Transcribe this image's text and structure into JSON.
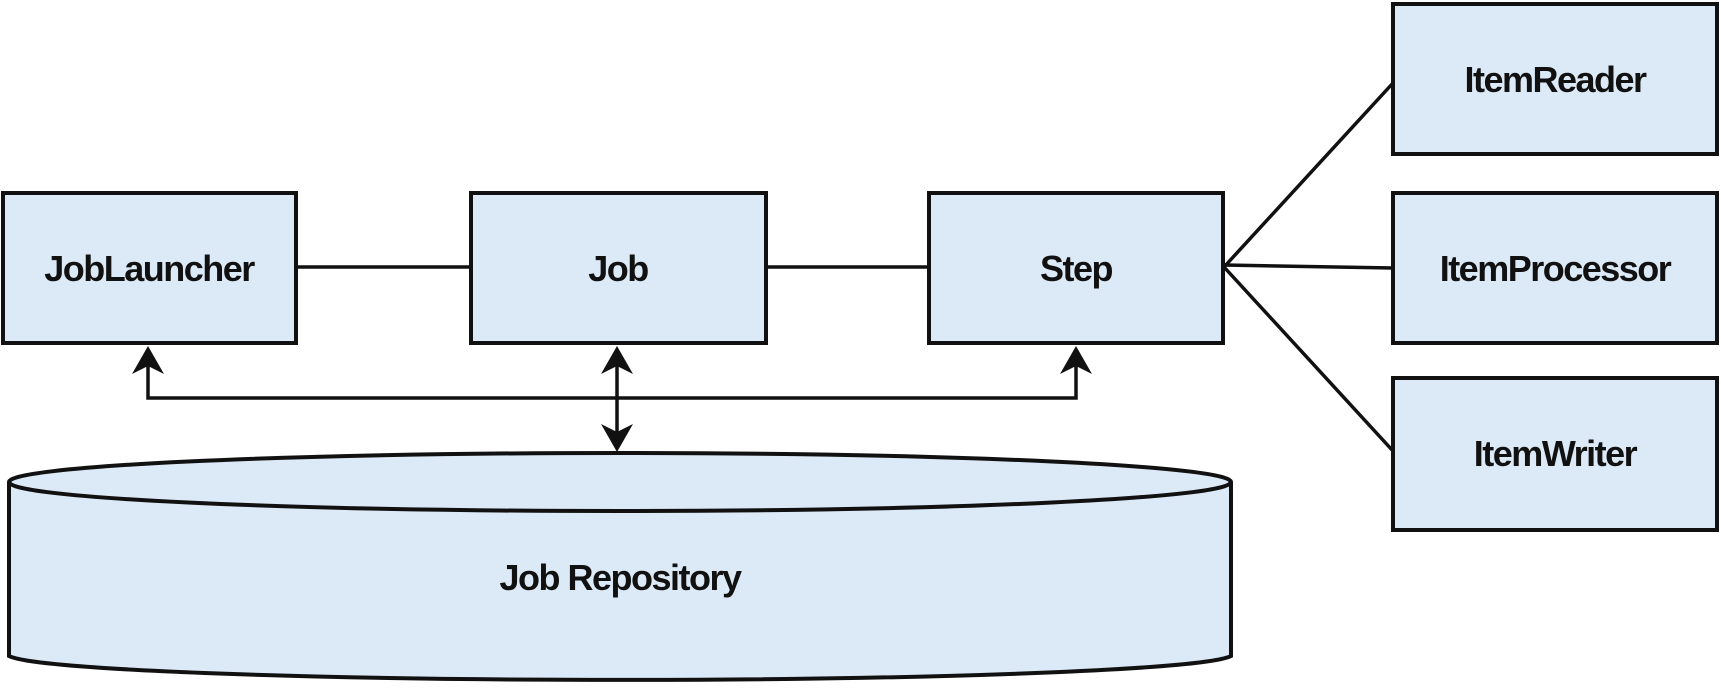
{
  "diagram": {
    "nodes": {
      "job_launcher": "JobLauncher",
      "job": "Job",
      "step": "Step",
      "item_reader": "ItemReader",
      "item_processor": "ItemProcessor",
      "item_writer": "ItemWriter",
      "job_repository": "Job Repository"
    }
  },
  "colors": {
    "box_fill": "#dce9f6",
    "stroke": "#111111",
    "text": "#111111"
  }
}
